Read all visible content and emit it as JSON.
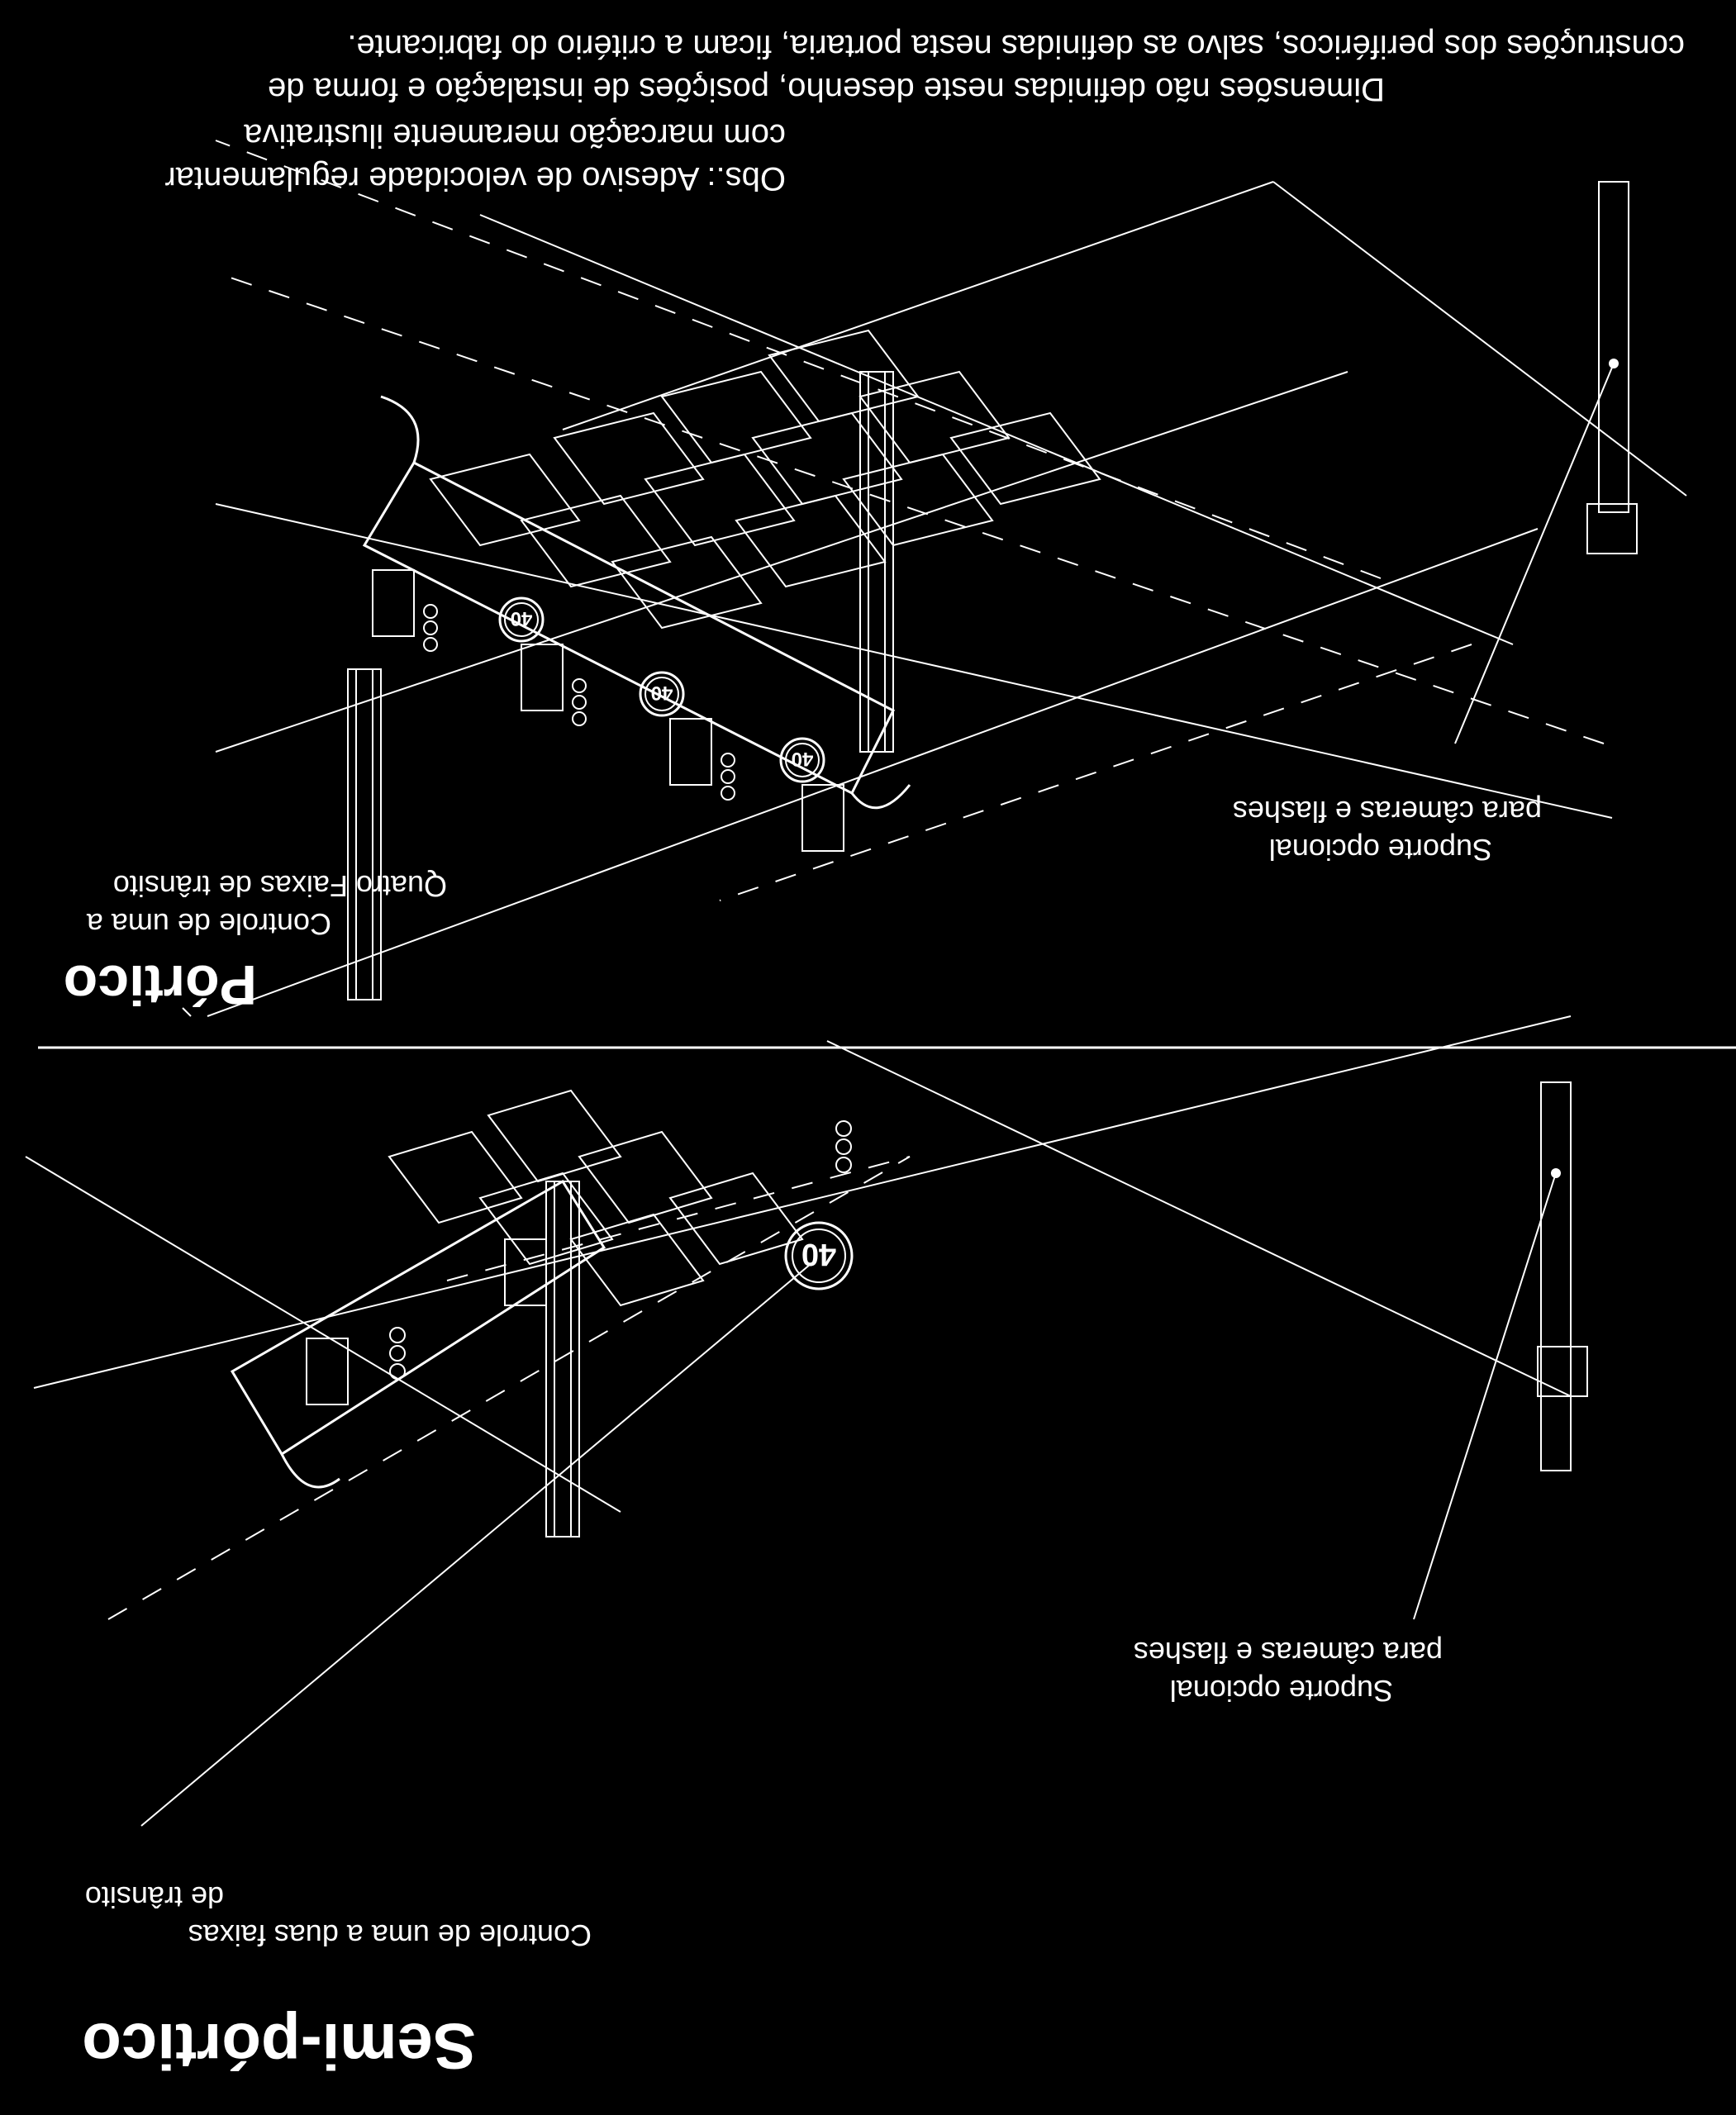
{
  "notes": {
    "line1": "Obs.: Adesivo de velocidade regulamentar",
    "line2": "com marcação meramente ilustrativa",
    "line3": "Dimensões não definidas neste desenho, posições de instalação e forma de",
    "line4": "construções dos periféricos, salvo as definidas nesta portaria, ficam a critério do fabricante."
  },
  "portico": {
    "title": "Pórtico",
    "subtitle_line1": "Controle de uma a",
    "subtitle_line2": "Quatro Faixas de trânsito",
    "support_line1": "Suporte opcional",
    "support_line2": "para câmeras e flashes",
    "speed_badges": [
      "40",
      "40",
      "40"
    ]
  },
  "semi_portico": {
    "title": "Semi-pórtico",
    "subtitle_line1": "Controle de uma a duas faixas",
    "subtitle_line2": "de trânsito",
    "support_line1": "Suporte opcional",
    "support_line2": "para câmeras e flashes",
    "speed_badges": [
      "40"
    ]
  },
  "colors": {
    "background": "#000000",
    "ink": "#ffffff"
  }
}
